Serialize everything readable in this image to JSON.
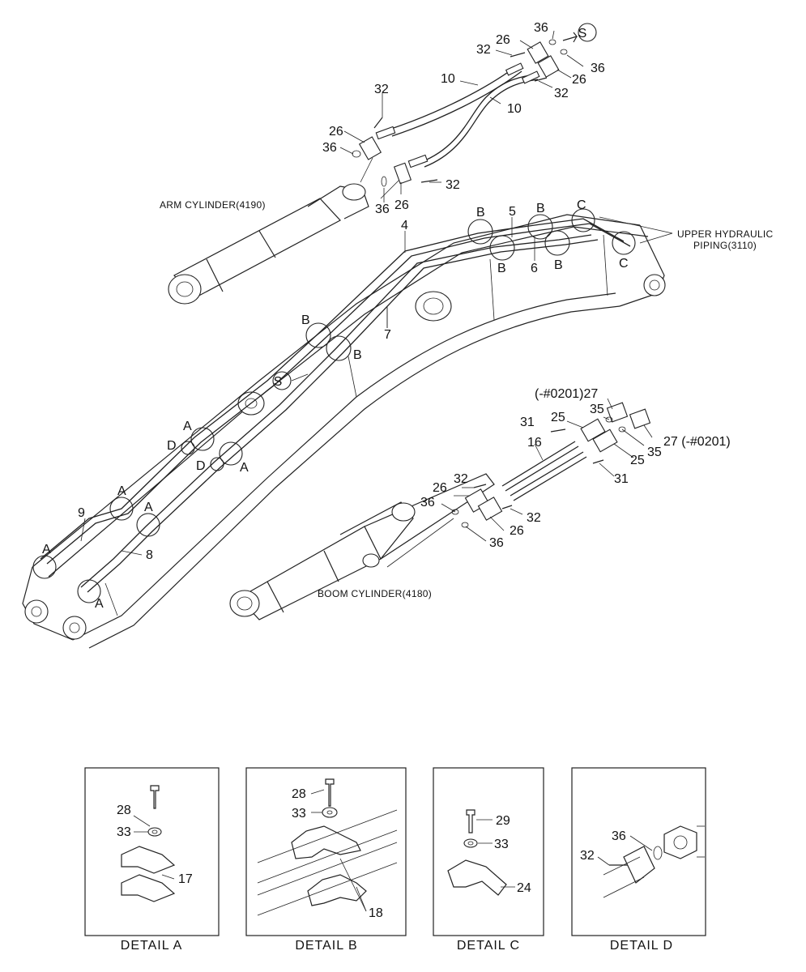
{
  "labels": {
    "arm_cylinder": "ARM CYLINDER(4190)",
    "boom_cylinder": "BOOM CYLINDER(4180)",
    "upper_hydraulic_1": "UPPER HYDRAULIC",
    "upper_hydraulic_2": "PIPING(3110)",
    "s": "S",
    "a": "A",
    "b": "B",
    "c": "C",
    "d": "D",
    "serial_prefix": "(-#0201)27",
    "serial_suffix": "27 (-#0201)"
  },
  "parts": {
    "p4": "4",
    "p5": "5",
    "p6": "6",
    "p7": "7",
    "p8": "8",
    "p9": "9",
    "p10": "10",
    "p16": "16",
    "p17": "17",
    "p18": "18",
    "p24": "24",
    "p25": "25",
    "p26": "26",
    "p27": "27",
    "p28": "28",
    "p29": "29",
    "p31": "31",
    "p32": "32",
    "p33": "33",
    "p35": "35",
    "p36": "36"
  },
  "details": {
    "a": "DETAIL  A",
    "b": "DETAIL  B",
    "c": "DETAIL  C",
    "d": "DETAIL  D"
  }
}
